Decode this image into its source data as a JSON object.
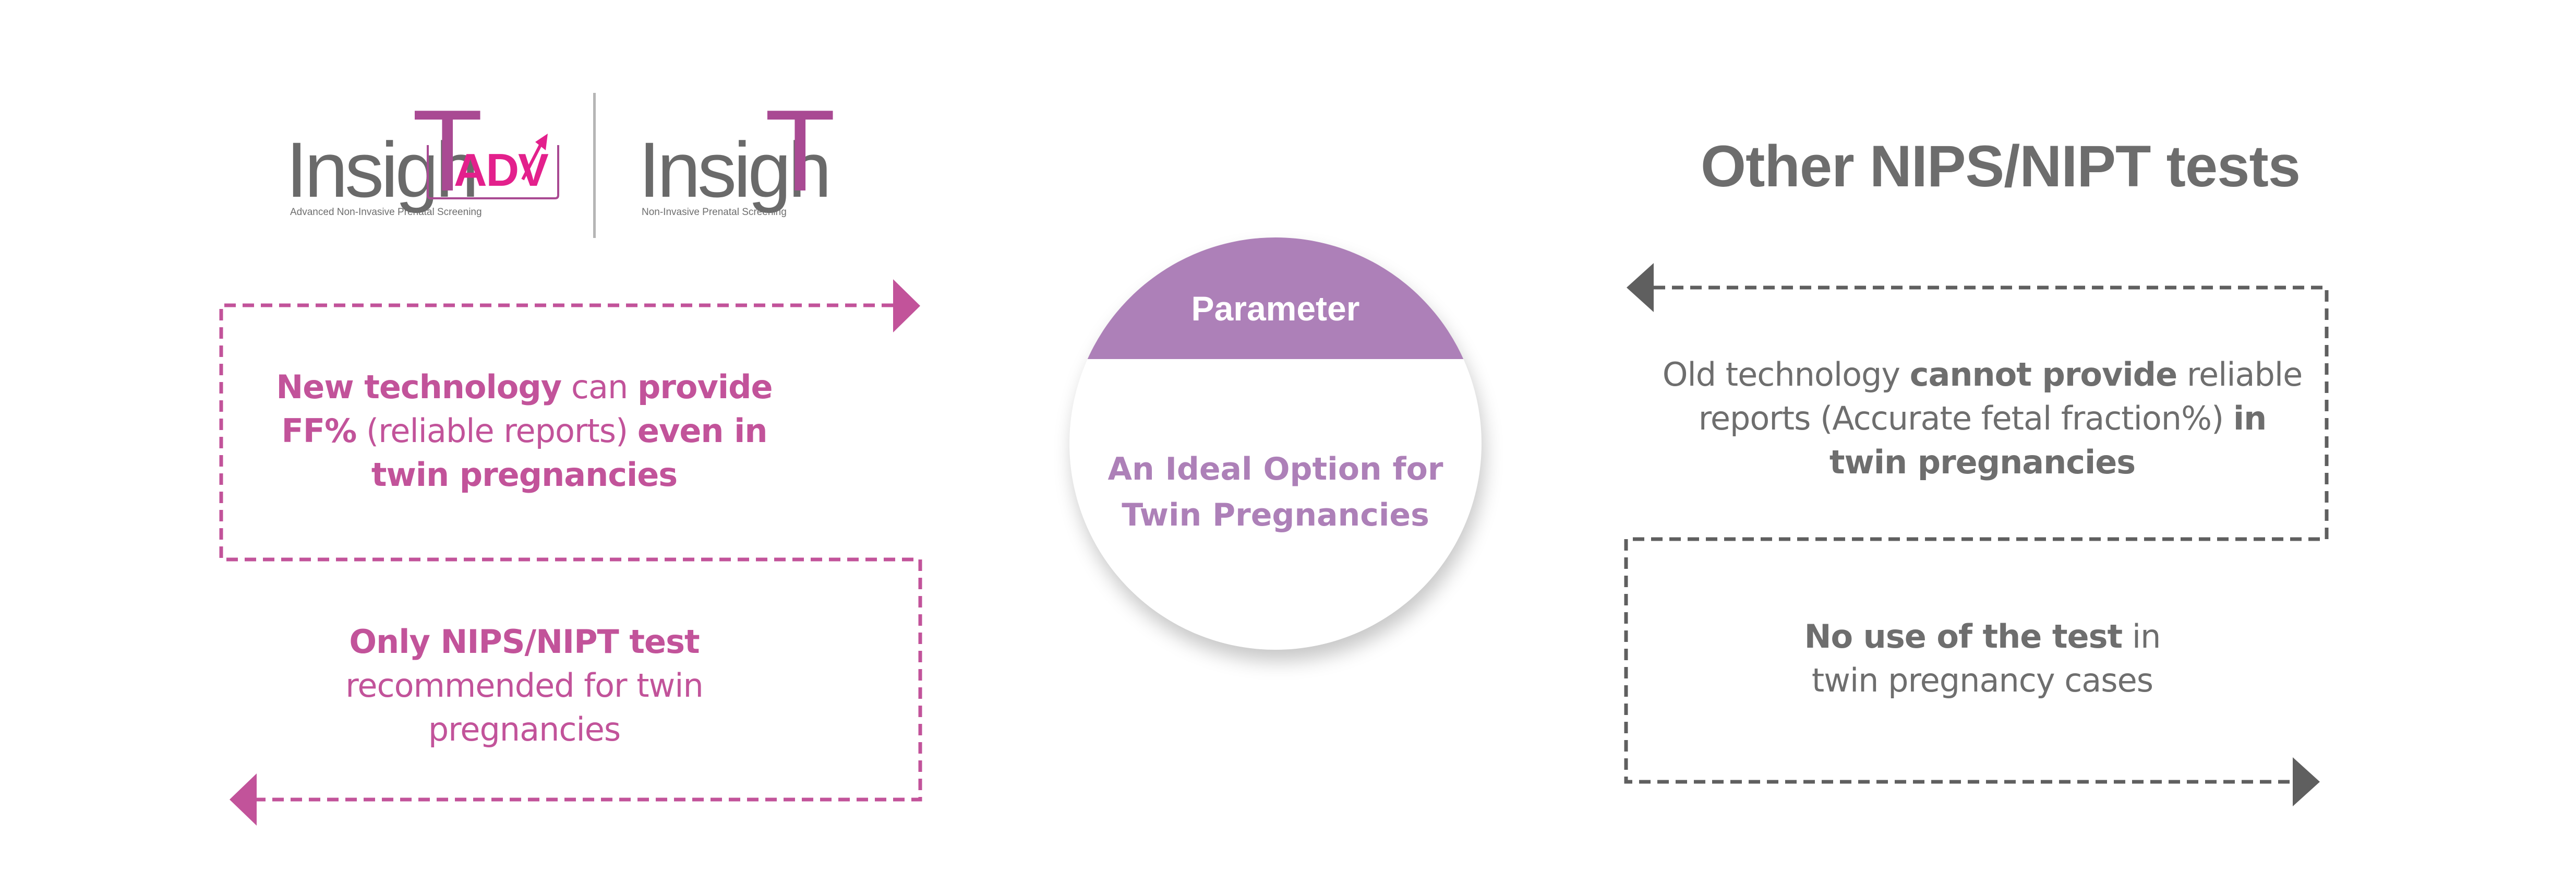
{
  "colors": {
    "pink": "#c2539a",
    "gray": "#6e6e6e",
    "purple": "#ad80b8",
    "connector_gray": "#5f5f5f"
  },
  "logos": {
    "adv": {
      "word": "Insigh",
      "t": "T",
      "badge": "ADV",
      "tagline": "Advanced Non-Invasive Prenatal Screening"
    },
    "standard": {
      "word": "Insigh",
      "t": "T",
      "tagline": "Non-Invasive Prenatal Screening"
    }
  },
  "right_heading": "Other NIPS/NIPT tests",
  "center": {
    "label": "Parameter",
    "line1": "An Ideal Option for",
    "line2": "Twin Pregnancies"
  },
  "left": {
    "box1": {
      "l1_b1": "New technology",
      "l1_n1": " can ",
      "l1_b2": "provide",
      "l2_b1": "FF%",
      "l2_n1": " (reliable reports) ",
      "l2_b2": "even in",
      "l3_b1": "twin pregnancies"
    },
    "box2": {
      "l1_b1": "Only NIPS/NIPT test",
      "l2_n1": "recommended for twin",
      "l3_n1": "pregnancies"
    }
  },
  "right": {
    "box1": {
      "l1_n1": "Old technology ",
      "l1_b1": "cannot provide",
      "l1_n2": " reliable",
      "l2_n1": "reports (Accurate fetal fraction%) ",
      "l2_b1": "in",
      "l3_b1": "twin pregnancies"
    },
    "box2": {
      "l1_b1": "No use of the test",
      "l1_n1": " in",
      "l2_n1": "twin pregnancy cases"
    }
  }
}
